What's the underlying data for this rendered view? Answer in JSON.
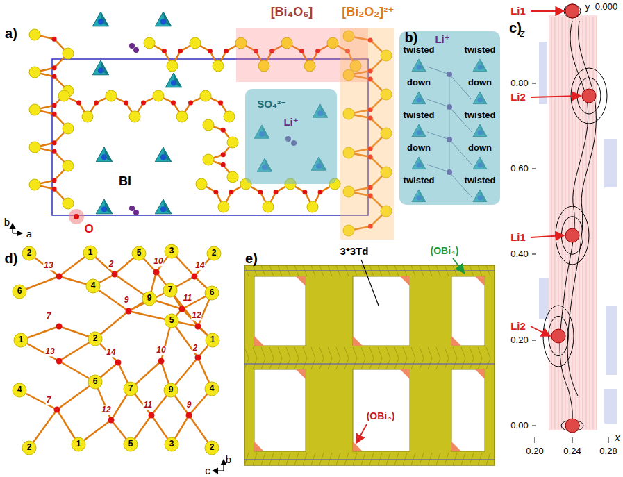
{
  "diagram": {
    "nodes": [
      {
        "text": [
          "[Bi₄O₆]"
        ]
      },
      {
        "text": [
          "[Bi₂O₂]²⁺"
        ]
      },
      {
        "text": [
          "SO₄²⁻",
          "Li⁺"
        ]
      },
      {
        "text": [
          "Li⁺",
          "twisted",
          "twisted",
          "down",
          "down",
          "twisted",
          "twisted",
          "down",
          "down",
          "twisted",
          "twisted"
        ]
      }
    ],
    "labels": [
      "a)",
      "O",
      "Bi",
      "b",
      "a",
      "b)",
      "c)",
      "y=0.000",
      "z",
      "0.80",
      "0.60",
      "0.40",
      "0.20",
      "0.00",
      "0.20",
      "0.24",
      "0.28",
      "x",
      "Li1",
      "Li2",
      "Li1",
      "Li2",
      "d)",
      "2",
      "1",
      "5",
      "3",
      "2",
      "6",
      "4",
      "9",
      "7",
      "6",
      "1",
      "2",
      "5",
      "1",
      "4",
      "6",
      "7",
      "9",
      "4",
      "2",
      "1",
      "5",
      "3",
      "2",
      "13",
      "2",
      "10",
      "14",
      "7",
      "9",
      "11",
      "12",
      "13",
      "14",
      "10",
      "2",
      "7",
      "12",
      "11",
      "9",
      "b",
      "c",
      "e)",
      "3*3Td",
      "(OBi₄)",
      "(OBi₃)"
    ]
  }
}
